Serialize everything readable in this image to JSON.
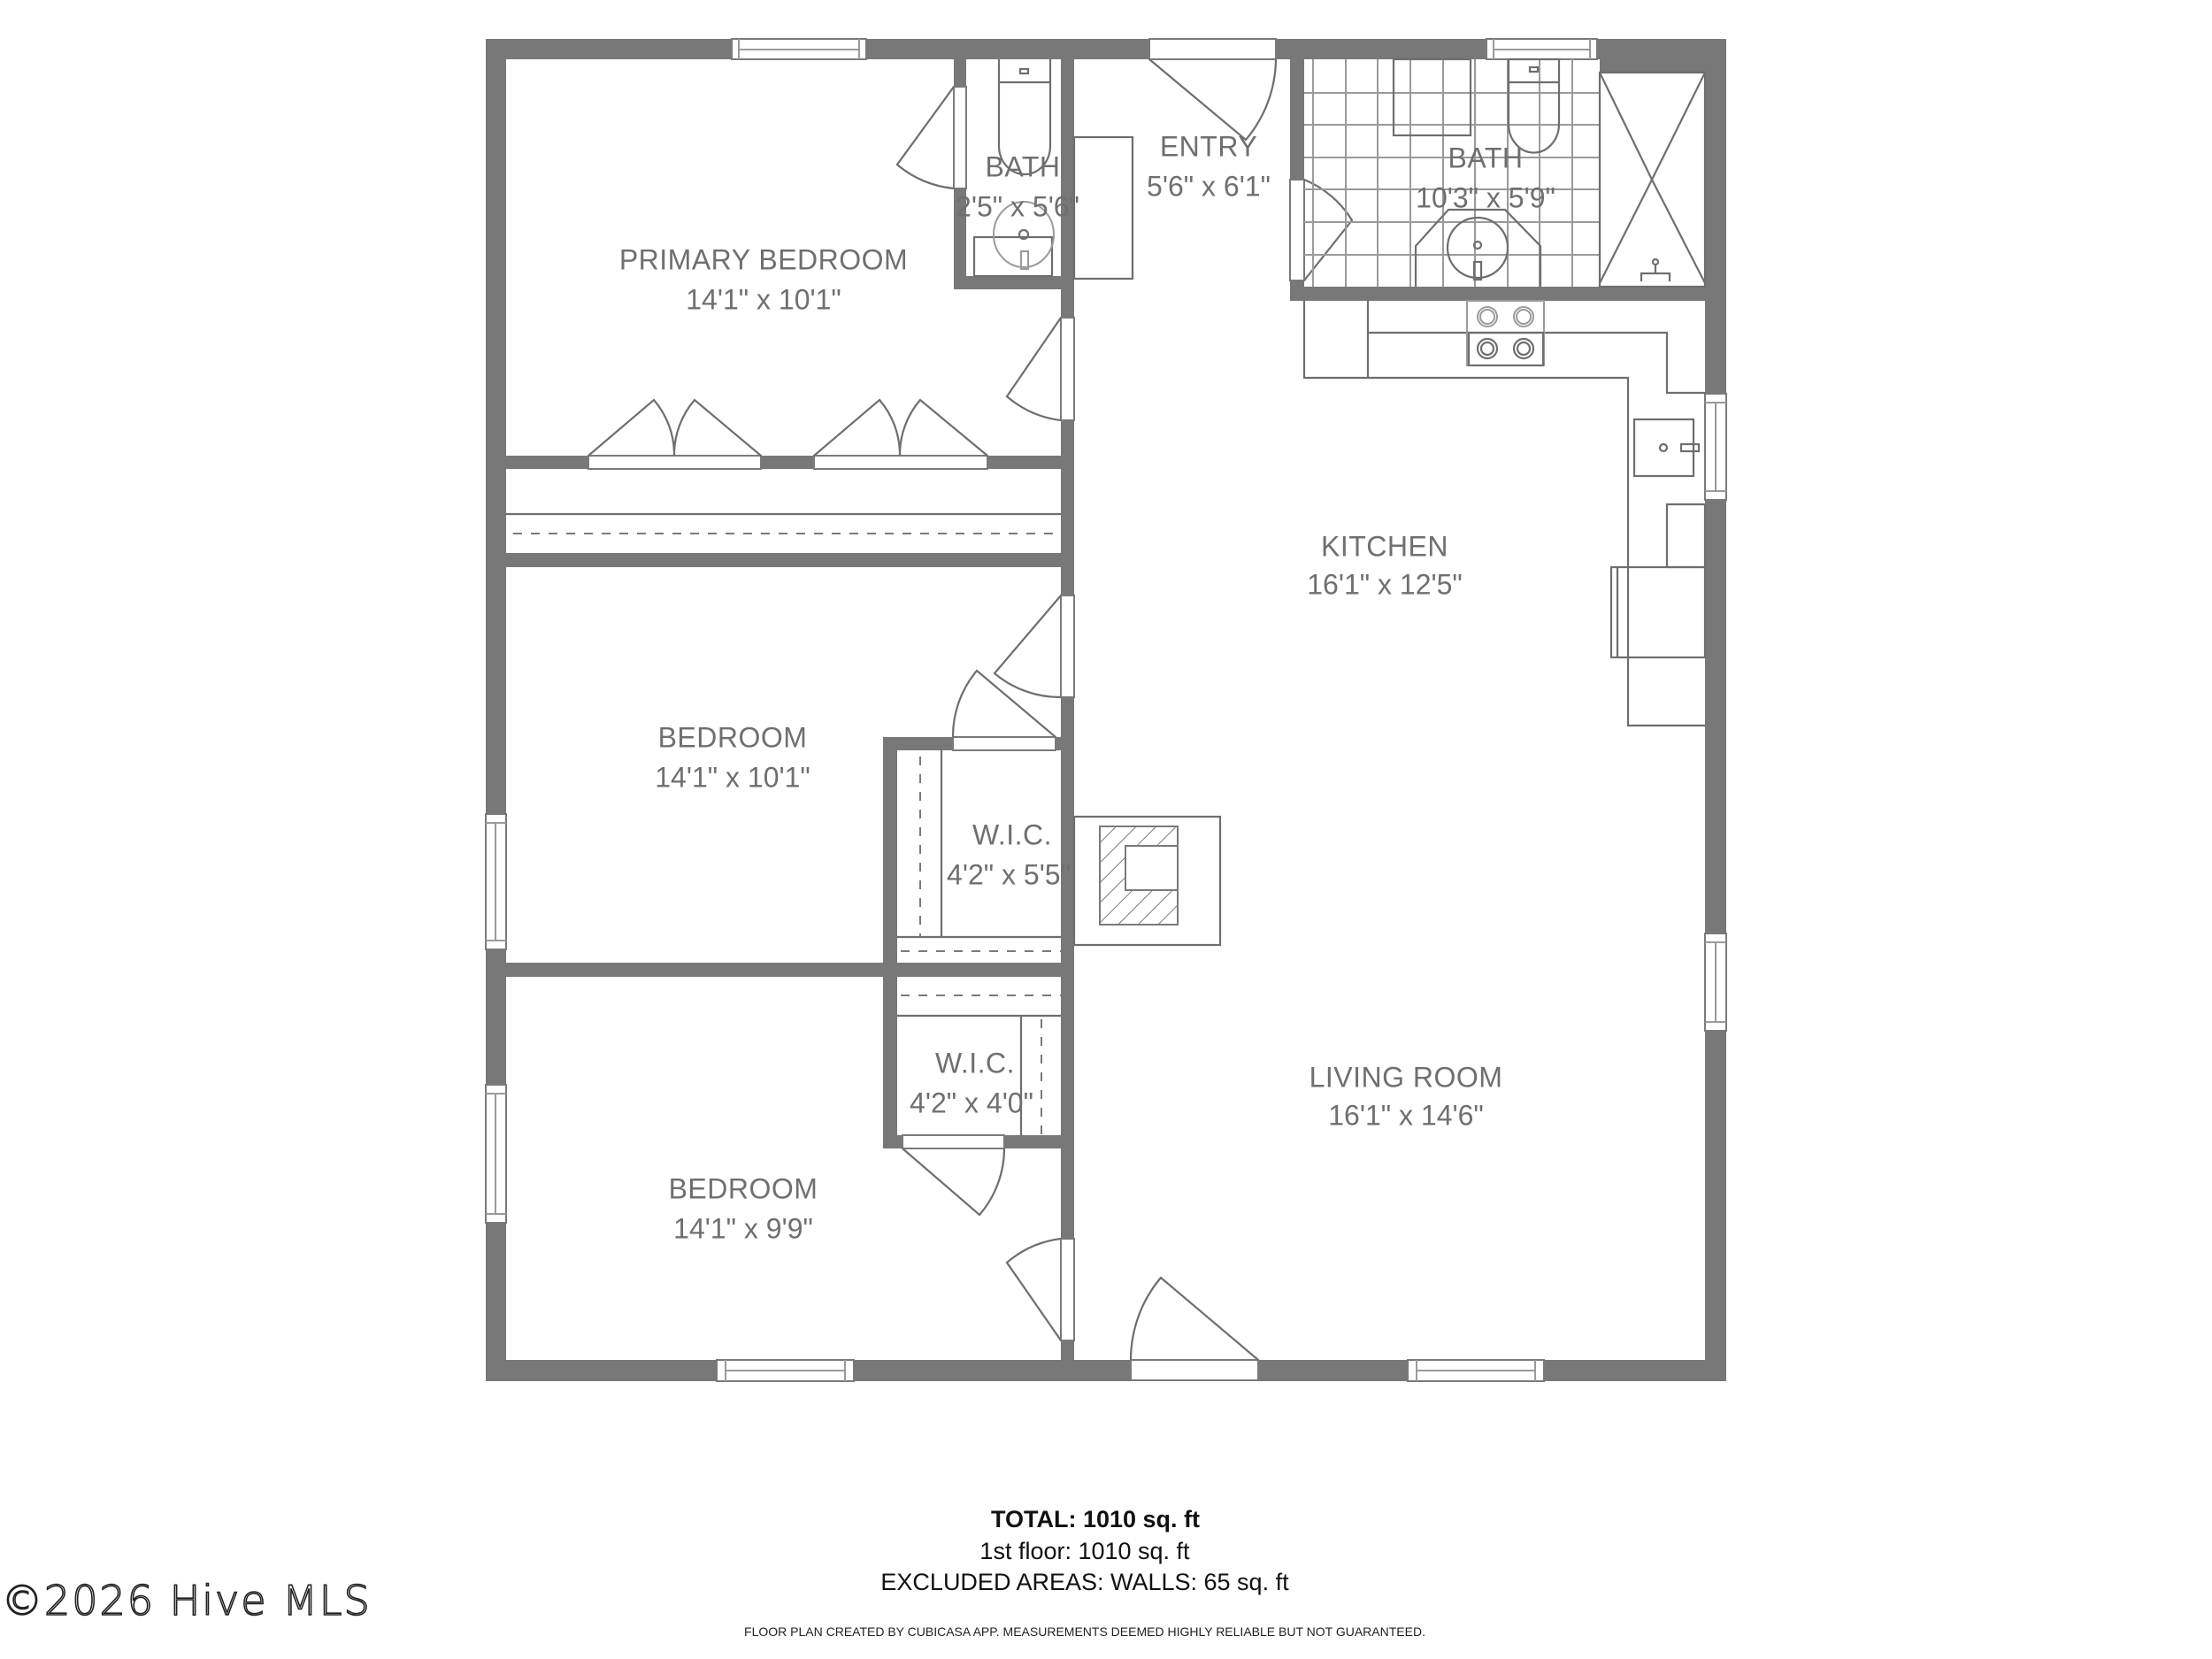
{
  "plan": {
    "wall_color": "#787878",
    "line_color": "#6e6e6e",
    "label_color": "#6f6f6f",
    "rooms": [
      {
        "name": "PRIMARY BEDROOM",
        "dims": "14'1\" x 10'1\""
      },
      {
        "name": "BATH",
        "dims": "2'5\" x 5'6\""
      },
      {
        "name": "ENTRY",
        "dims": "5'6\" x 6'1\""
      },
      {
        "name": "BATH",
        "dims": "10'3\" x 5'9\""
      },
      {
        "name": "KITCHEN",
        "dims": "16'1\" x 12'5\""
      },
      {
        "name": "BEDROOM",
        "dims": "14'1\" x 10'1\""
      },
      {
        "name": "W.I.C.",
        "dims": "4'2\" x 5'5\""
      },
      {
        "name": "LIVING ROOM",
        "dims": "16'1\" x 14'6\""
      },
      {
        "name": "W.I.C.",
        "dims": "4'2\" x 4'0\""
      },
      {
        "name": "BEDROOM",
        "dims": "14'1\" x 9'9\""
      }
    ]
  },
  "footer": {
    "total": "TOTAL: 1010 sq. ft",
    "floor": "1st floor: 1010 sq. ft",
    "excluded": "EXCLUDED AREAS: WALLS: 65 sq. ft",
    "disclaimer": "FLOOR PLAN CREATED BY CUBICASA APP. MEASUREMENTS DEEMED HIGHLY RELIABLE BUT NOT GUARANTEED."
  },
  "watermark": "©2026 Hive MLS"
}
